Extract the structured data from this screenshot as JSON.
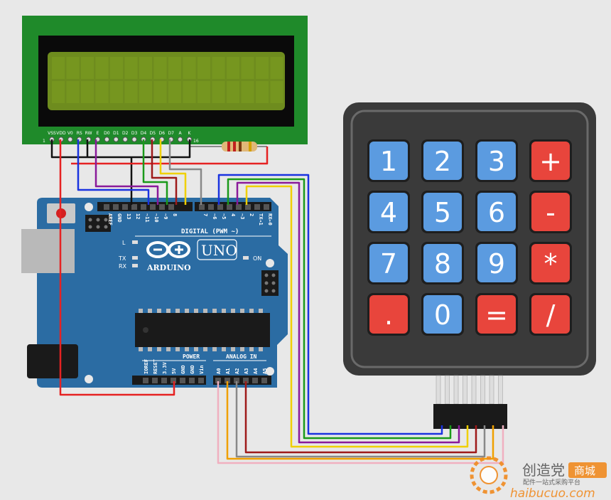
{
  "lcd": {
    "pin_labels": [
      "VSS",
      "VDD",
      "V0",
      "RS",
      "RW",
      "E",
      "D0",
      "D1",
      "D2",
      "D3",
      "D4",
      "D5",
      "D6",
      "D7",
      "A",
      "K"
    ],
    "pin_first": "1",
    "pin_last": "16"
  },
  "arduino": {
    "brand": "ARDUINO",
    "model": "UNO",
    "digital_label": "DIGITAL (PWM ~)",
    "digital_pins": [
      "AREF",
      "GND",
      "13",
      "12",
      "~11",
      "~10",
      "~9",
      "8",
      "7",
      "~6",
      "~5",
      "4",
      "~3",
      "2",
      "TX→1",
      "RX←0"
    ],
    "led_labels": {
      "l": "L",
      "tx": "TX",
      "rx": "RX",
      "on": "ON"
    },
    "power_label": "POWER",
    "analog_label": "ANALOG IN",
    "power_pins": [
      "IOREF",
      "RESET",
      "3.3V",
      "5V",
      "GND",
      "GND",
      "Vin"
    ],
    "analog_pins": [
      "A0",
      "A1",
      "A2",
      "A3",
      "A4",
      "A5"
    ]
  },
  "keypad": {
    "keys": [
      {
        "label": "1",
        "kind": "digit"
      },
      {
        "label": "2",
        "kind": "digit"
      },
      {
        "label": "3",
        "kind": "digit"
      },
      {
        "label": "+",
        "kind": "op"
      },
      {
        "label": "4",
        "kind": "digit"
      },
      {
        "label": "5",
        "kind": "digit"
      },
      {
        "label": "6",
        "kind": "digit"
      },
      {
        "label": "-",
        "kind": "op"
      },
      {
        "label": "7",
        "kind": "digit"
      },
      {
        "label": "8",
        "kind": "digit"
      },
      {
        "label": "9",
        "kind": "digit"
      },
      {
        "label": "*",
        "kind": "op"
      },
      {
        "label": ".",
        "kind": "op"
      },
      {
        "label": "0",
        "kind": "digit"
      },
      {
        "label": "=",
        "kind": "op"
      },
      {
        "label": "/",
        "kind": "op"
      }
    ]
  },
  "watermark": {
    "cn_title": "创造党",
    "cn_badge": "商城",
    "cn_sub": "配件一站式采购平台",
    "domain": "haibucuo.com"
  },
  "colors": {
    "key_blue": "#5b9be0",
    "key_red": "#e8453c",
    "board_blue": "#2b6ca3",
    "lcd_green": "#1f8a2a",
    "lcd_screen": "#6e8c1e",
    "wire_red": "#e52222",
    "wire_black": "#111111",
    "wire_blue": "#1a33e0",
    "wire_purple": "#8a1a9a",
    "wire_green": "#1a9a1a",
    "wire_darkred": "#9e1a1a",
    "wire_yellow": "#f0d000",
    "wire_gray": "#888888",
    "wire_orange": "#f0a000",
    "wire_pink": "#f0b0c0"
  }
}
